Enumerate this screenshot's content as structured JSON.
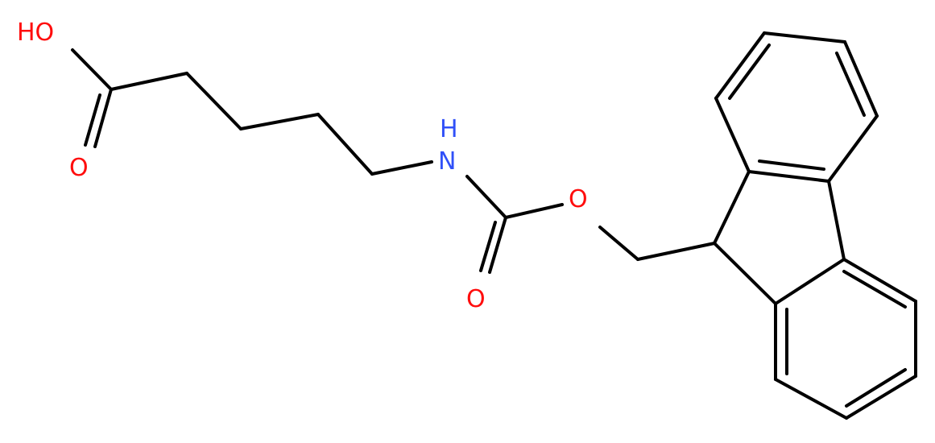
{
  "molecule": {
    "labels": {
      "hydroxyl": "HO",
      "acid_carbonyl_oxygen": "O",
      "amine": "H",
      "amine_n": "N",
      "carbamate_carbonyl_oxygen": "O",
      "ester_oxygen": "O"
    },
    "colors": {
      "bond": "#000000",
      "oxygen": "#ff0d0d",
      "nitrogen": "#3050f8"
    }
  }
}
